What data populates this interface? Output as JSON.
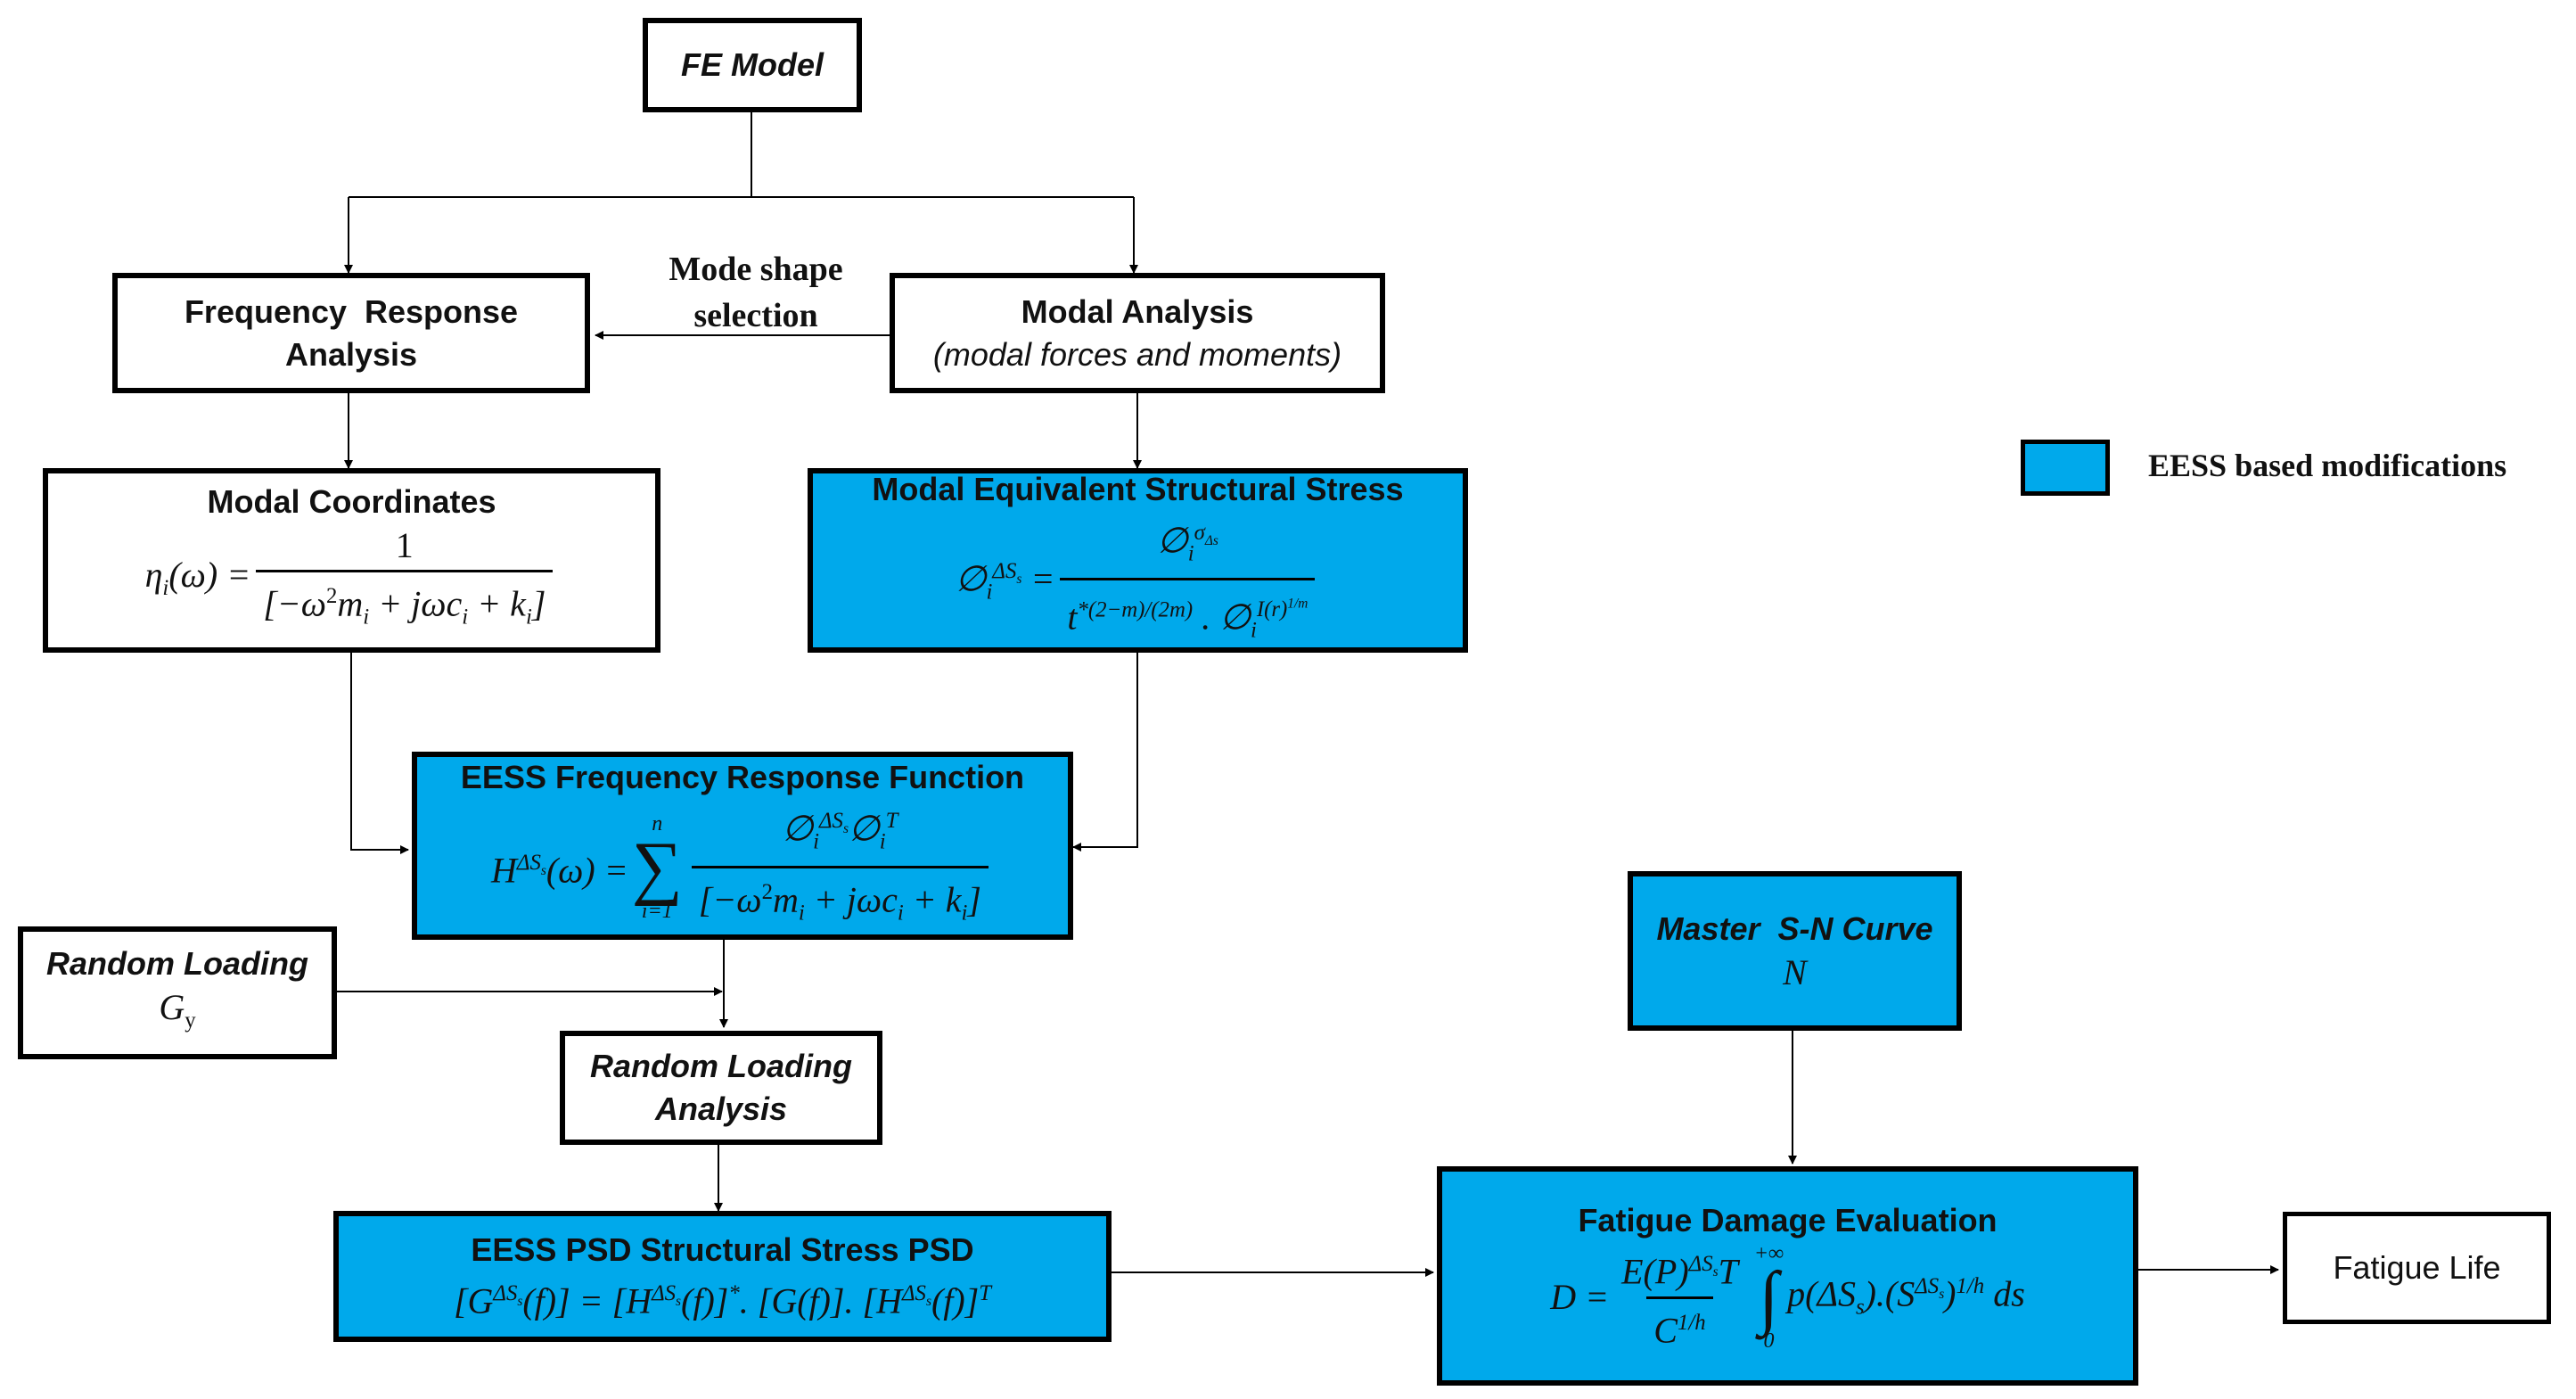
{
  "colors": {
    "highlight": "#00a9eb",
    "stroke": "#000000",
    "background": "#ffffff"
  },
  "boxes": {
    "fe_model": {
      "title": "FE Model"
    },
    "frequency_response": {
      "line1": "Frequency  Response",
      "line2": "Analysis"
    },
    "modal_analysis": {
      "title": "Modal Analysis",
      "subtitle": "(modal forces and moments)"
    },
    "modal_coordinates": {
      "title": "Modal Coordinates"
    },
    "modal_equivalent_stress": {
      "title": "Modal Equivalent Structural Stress"
    },
    "eess_frf": {
      "title": "EESS Frequency Response Function"
    },
    "random_loading": {
      "title": "Random Loading"
    },
    "random_loading_analysis": {
      "line1": "Random Loading",
      "line2": "Analysis"
    },
    "eess_psd": {
      "title": "EESS PSD Structural Stress PSD"
    },
    "master_sn": {
      "title": "Master  S-N Curve",
      "symbol": "N"
    },
    "fatigue_damage": {
      "title": "Fatigue Damage Evaluation"
    },
    "fatigue_life": {
      "title": "Fatigue Life"
    }
  },
  "edge_label": {
    "line1": "Mode shape",
    "line2": "selection"
  },
  "legend": {
    "label": "EESS based modifications"
  }
}
